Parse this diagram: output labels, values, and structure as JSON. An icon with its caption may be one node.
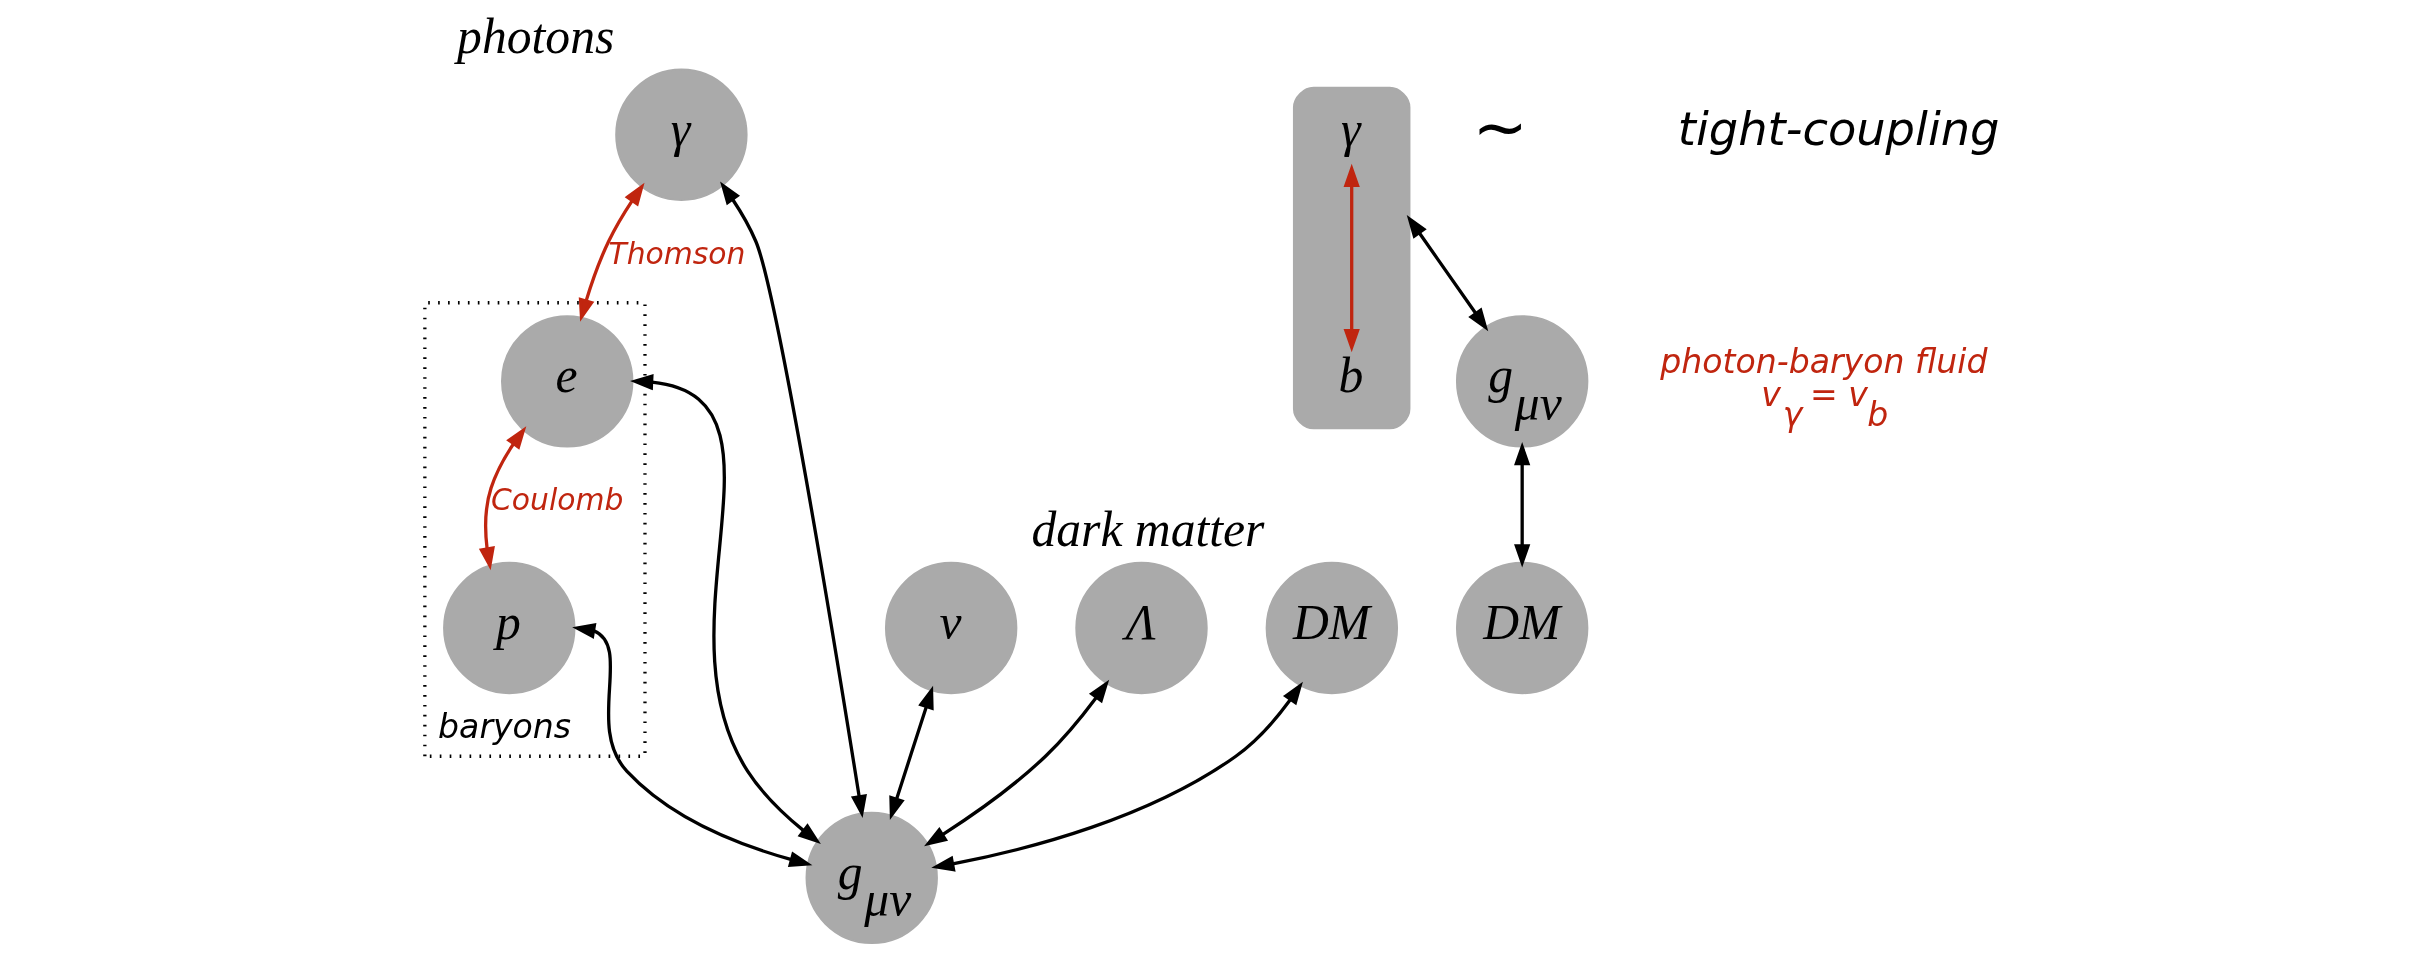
{
  "diagram": {
    "nodes": [
      {
        "text": [
          "γ"
        ],
        "beside": [
          "photons"
        ]
      },
      {
        "text": [
          "ν"
        ]
      },
      {
        "text": [
          "Λ"
        ]
      },
      {
        "text": [
          "g$_{μν}$"
        ]
      },
      {
        "text": [
          "baryons"
        ]
      },
      {
        "text": [
          "e"
        ],
        "in": 4
      },
      {
        "text": [
          "DM"
        ],
        "beside": [
          "dark matter"
        ]
      },
      {
        "text": [
          "p"
        ],
        "in": 4
      },
      {
        "text": [
          "g$_{μν}$"
        ]
      },
      {
        "text": [],
        "shape": "box",
        "beside": [
          "photon-baryon fluid",
          "v$_{γ}$ = v$_{b}$"
        ]
      },
      {
        "text": [
          "γ"
        ],
        "in": 9
      },
      {
        "text": [
          "b"
        ],
        "in": 9
      },
      {
        "text": [
          "DM"
        ]
      }
    ],
    "edges": [
      {
        "from": 0,
        "to": 3,
        "arrow": "both"
      },
      {
        "from": 1,
        "to": 3,
        "arrow": "both"
      },
      {
        "from": 2,
        "to": 3,
        "arrow": "both"
      },
      {
        "from": 5,
        "to": 3,
        "arrow": "both"
      },
      {
        "from": 6,
        "to": 3,
        "arrow": "both"
      },
      {
        "from": 7,
        "to": 3,
        "arrow": "both"
      },
      {
        "from": 0,
        "to": 5,
        "arrow": "both",
        "label": "Thomson",
        "color": "#c0250f"
      },
      {
        "from": 5,
        "to": 7,
        "arrow": "both",
        "label": "Coulomb",
        "color": "#c0250f"
      },
      {
        "from": 9,
        "to": 8,
        "arrow": "both"
      },
      {
        "from": 8,
        "to": 12,
        "arrow": "both"
      },
      {
        "from": 10,
        "to": 11,
        "arrow": "both",
        "color": "#c0250f"
      }
    ],
    "labels": [
      "∼",
      "tight-coupling"
    ]
  }
}
